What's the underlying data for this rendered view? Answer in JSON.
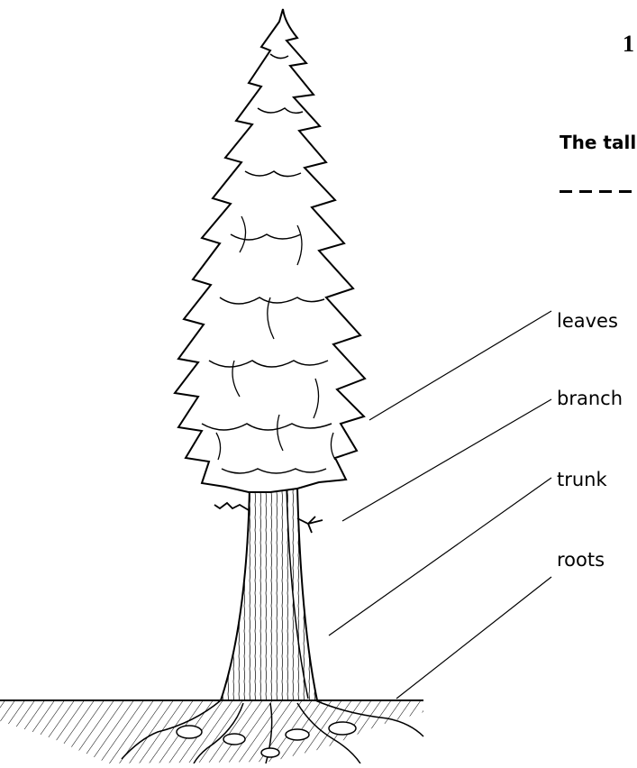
{
  "page": {
    "number": "1",
    "caption": "The tall"
  },
  "diagram": {
    "labels": {
      "leaves": "leaves",
      "branch": "branch",
      "trunk": "trunk",
      "roots": "roots"
    }
  }
}
